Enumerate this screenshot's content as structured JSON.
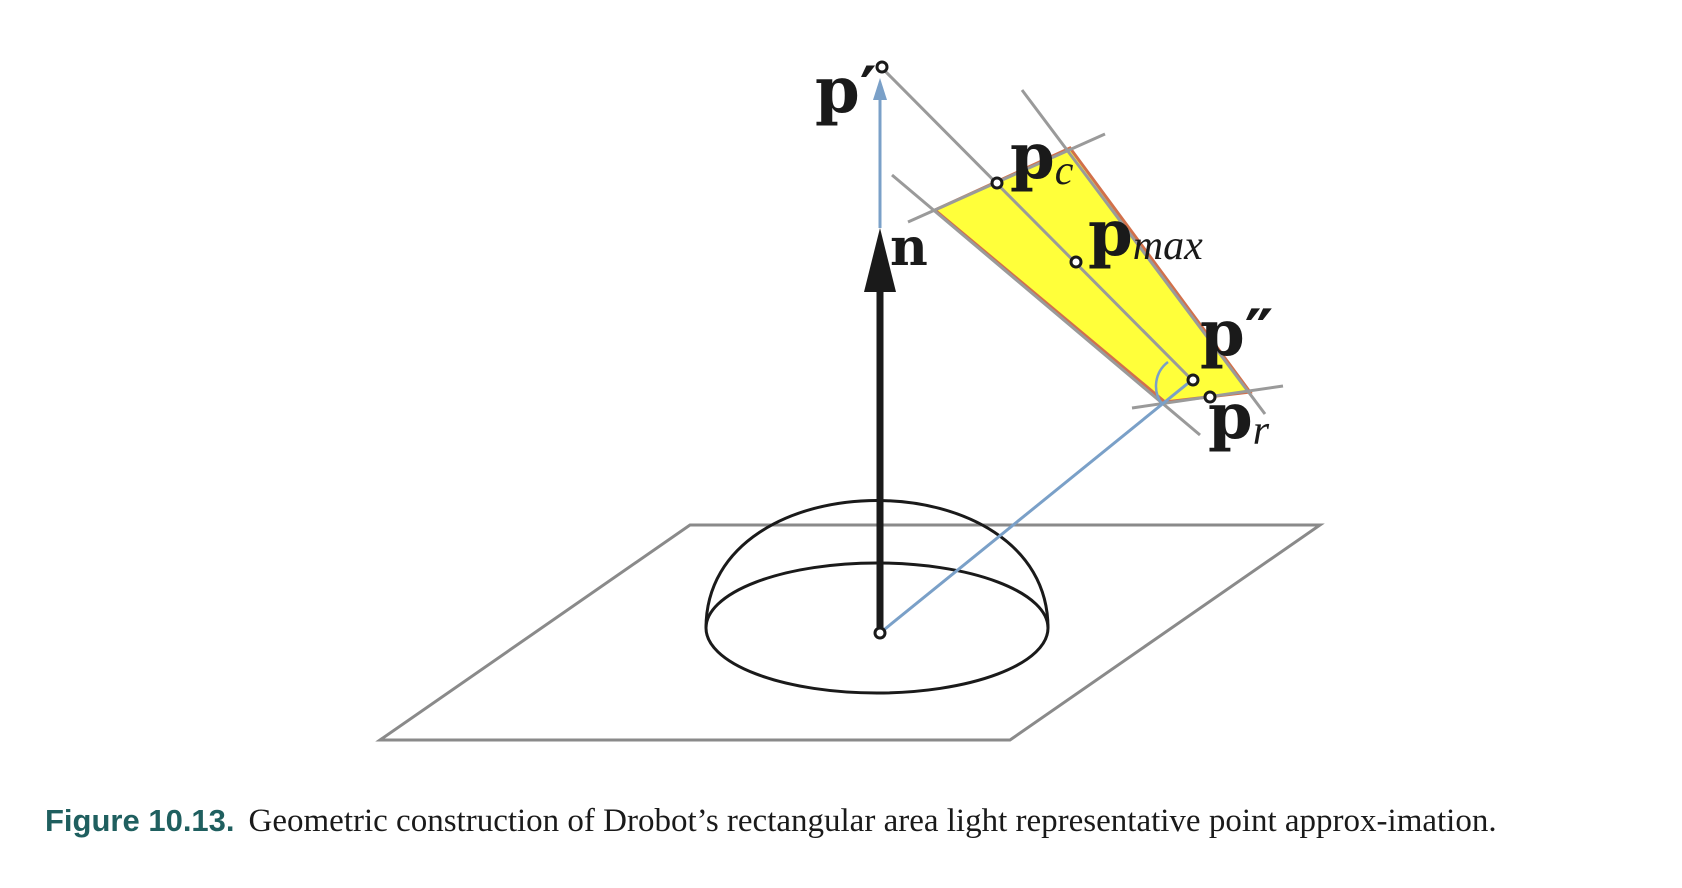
{
  "figure": {
    "labels": {
      "p_prime": "p′",
      "p_c_main": "p",
      "p_c_sub": "c",
      "p_max_main": "p",
      "p_max_sub": "max",
      "n": "n",
      "p_double_prime": "p″",
      "p_r_main": "p",
      "p_r_sub": "r"
    },
    "colors": {
      "light_fill": "#ffff3a",
      "light_edge": "#d2704a",
      "projection_line": "#7aa0c8",
      "construction_line": "#9a9a9a",
      "normal_arrow": "#1a1a1a",
      "caption_label": "#1f5f5f"
    }
  },
  "caption": {
    "label": "Figure 10.13.",
    "text": "Geometric construction of Drobot’s rectangular area light representative point approx-imation."
  }
}
